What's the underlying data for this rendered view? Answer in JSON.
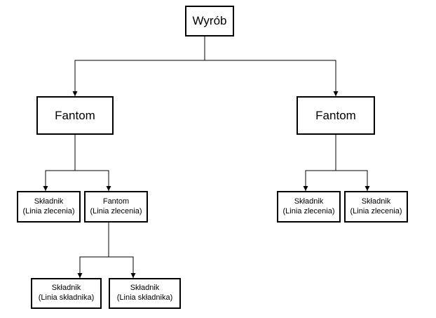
{
  "diagram": {
    "root": {
      "label": "Wyrób"
    },
    "left_phantom": {
      "label": "Fantom"
    },
    "right_phantom": {
      "label": "Fantom"
    },
    "left_component": {
      "line1": "Składnik",
      "line2": "(Linia zlecenia)"
    },
    "left_sub_phantom": {
      "line1": "Fantom",
      "line2": "(Linia zlecenia)"
    },
    "sub_component_1": {
      "line1": "Składnik",
      "line2": "(Linia składnika)"
    },
    "sub_component_2": {
      "line1": "Składnik",
      "line2": "(Linia składnika)"
    },
    "right_component_1": {
      "line1": "Składnik",
      "line2": "(Linia zlecenia)"
    },
    "right_component_2": {
      "line1": "Składnik",
      "line2": "(Linia zlecenia)"
    }
  },
  "colors": {
    "line": "#000000",
    "box_fill": "#ffffff"
  }
}
